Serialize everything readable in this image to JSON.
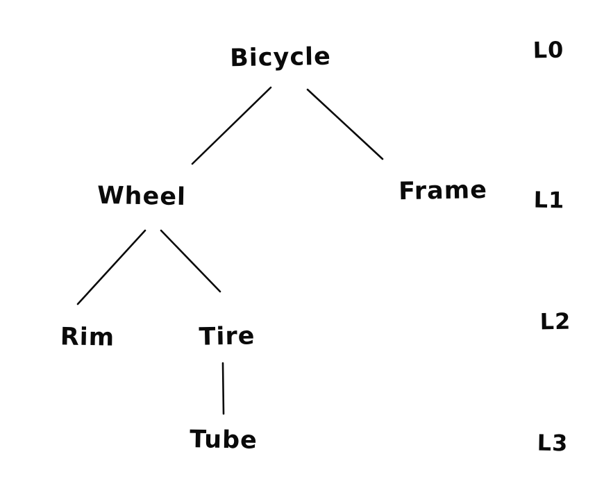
{
  "diagram": {
    "type": "tree",
    "nodes": {
      "bicycle": {
        "label": "Bicycle",
        "level": "L0"
      },
      "wheel": {
        "label": "Wheel",
        "level": "L1"
      },
      "frame": {
        "label": "Frame",
        "level": "L1"
      },
      "rim": {
        "label": "Rim",
        "level": "L2"
      },
      "tire": {
        "label": "Tire",
        "level": "L2"
      },
      "tube": {
        "label": "Tube",
        "level": "L3"
      }
    },
    "edges": [
      {
        "from": "Bicycle",
        "to": "Wheel"
      },
      {
        "from": "Bicycle",
        "to": "Frame"
      },
      {
        "from": "Wheel",
        "to": "Rim"
      },
      {
        "from": "Wheel",
        "to": "Tire"
      },
      {
        "from": "Tire",
        "to": "Tube"
      }
    ],
    "level_labels": {
      "l0": "L0",
      "l1": "L1",
      "l2": "L2",
      "l3": "L3"
    },
    "colors": {
      "ink": "#0a0a0a",
      "background": "#ffffff"
    }
  }
}
